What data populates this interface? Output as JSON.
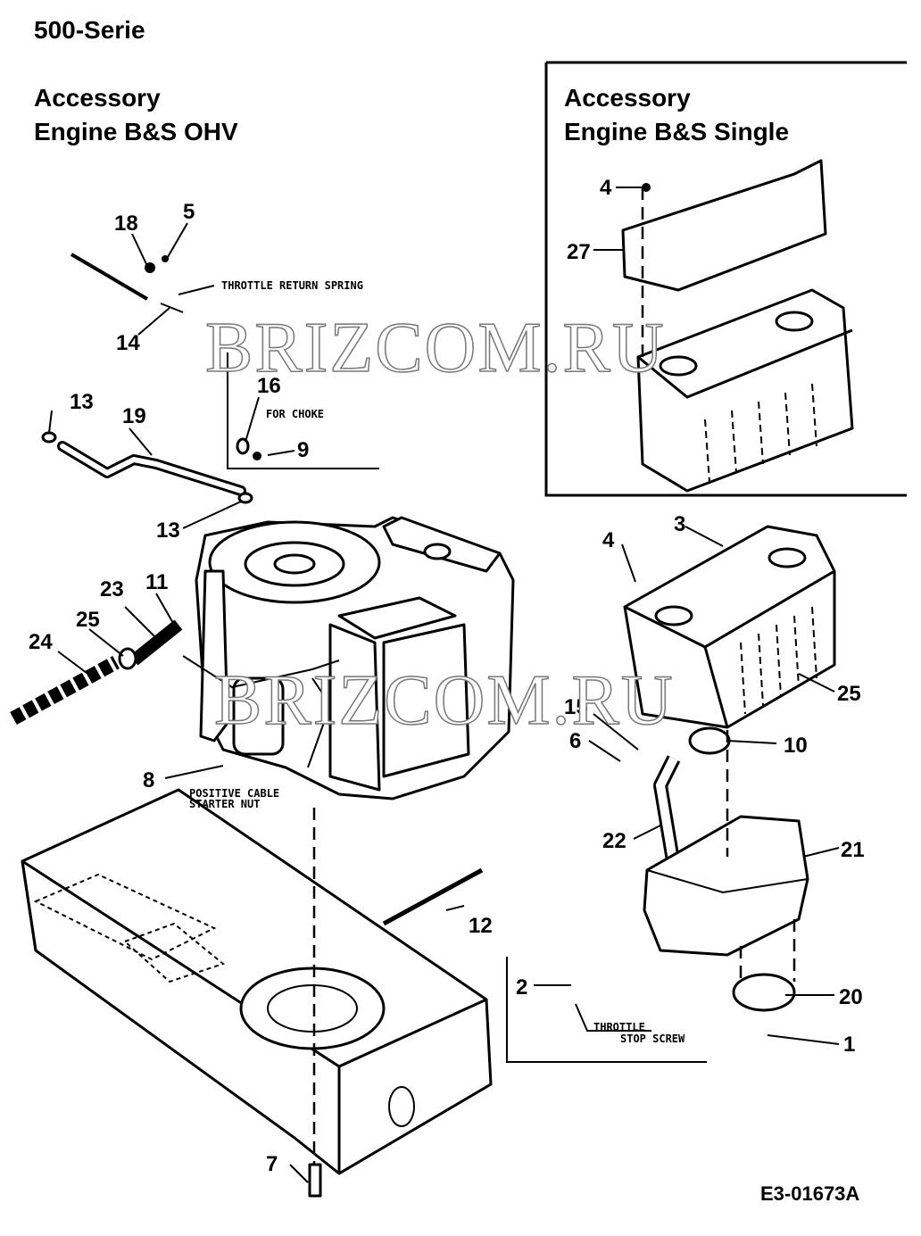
{
  "header": {
    "series": "500-Serie",
    "left_title_line1": "Accessory",
    "left_title_line2": "Engine B&S OHV",
    "right_title_line1": "Accessory",
    "right_title_line2": "Engine B&S Single"
  },
  "watermark": "BRIZCOM.RU",
  "drawing_code": "E3-01673A",
  "notes": {
    "throttle_return_spring": "THROTTLE RETURN SPRING",
    "for_choke": "FOR CHOKE",
    "positive_cable_1": "POSITIVE CABLE",
    "positive_cable_2": "STARTER NUT",
    "throttle_stop_1": "THROTTLE",
    "throttle_stop_2": "STOP SCREW"
  },
  "part_labels": {
    "p1": "1",
    "p2": "2",
    "p3": "3",
    "p4a": "4",
    "p4b": "4",
    "p5": "5",
    "p6": "6",
    "p7": "7",
    "p8": "8",
    "p9": "9",
    "p10": "10",
    "p11": "11",
    "p12": "12",
    "p13a": "13",
    "p13b": "13",
    "p14": "14",
    "p15": "15",
    "p16": "16",
    "p18": "18",
    "p19": "19",
    "p20": "20",
    "p21": "21",
    "p22": "22",
    "p23": "23",
    "p24": "24",
    "p25a": "25",
    "p25b": "25",
    "p27": "27"
  }
}
